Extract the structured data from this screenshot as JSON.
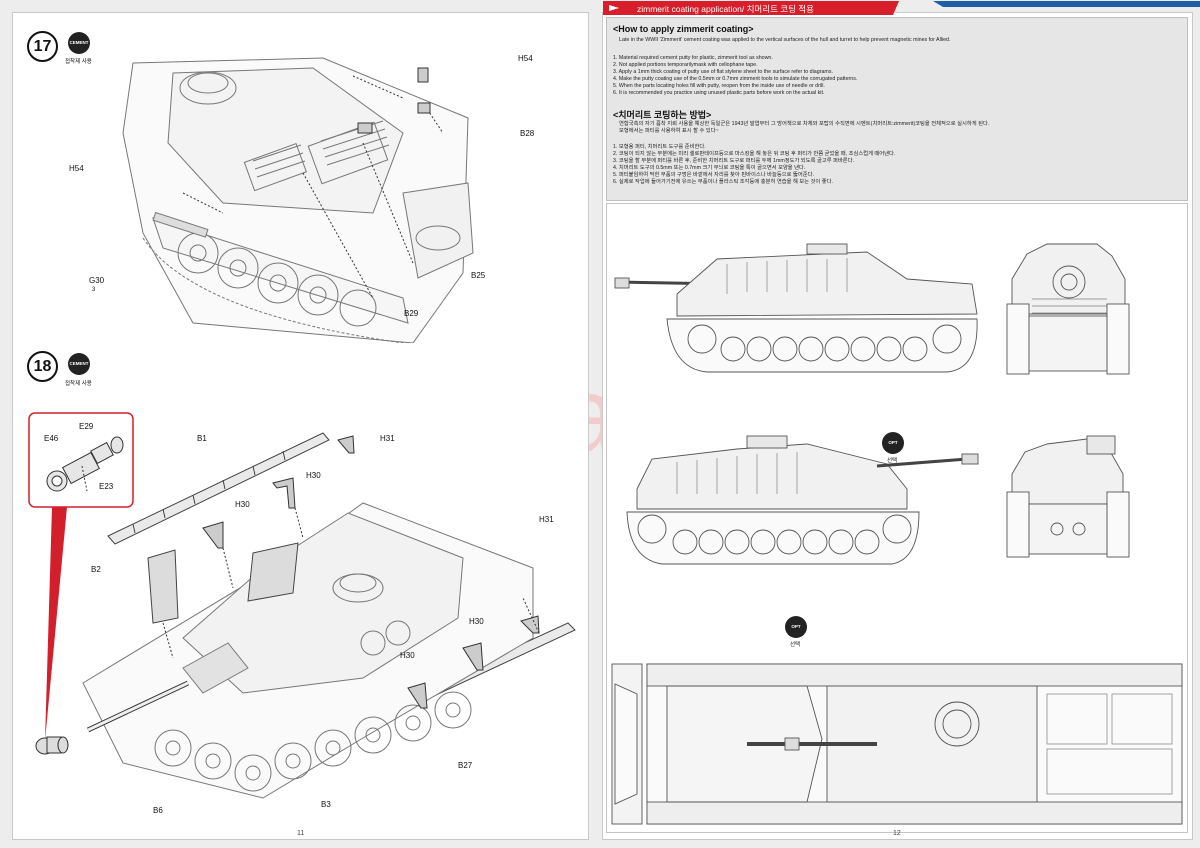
{
  "left_page": {
    "page_number": "11",
    "step17": {
      "number": "17",
      "badge": "CEMENT",
      "badge_caption": "접착제 사용",
      "parts": {
        "h54_top": "H54",
        "b28": "B28",
        "h54_left": "H54",
        "b25": "B25",
        "b29": "B29",
        "g30": "G30",
        "g30_count": "3"
      }
    },
    "step18": {
      "number": "18",
      "badge": "CEMENT",
      "badge_caption": "접착제 사용",
      "parts": {
        "e29": "E29",
        "e46": "E46",
        "e23": "E23",
        "b1": "B1",
        "h31_top": "H31",
        "h30_top": "H30",
        "h30_mid": "H30",
        "h31_right": "H31",
        "b2": "B2",
        "h30_right": "H30",
        "h30_low": "H30",
        "b27": "B27",
        "b3": "B3",
        "b6": "B6"
      }
    }
  },
  "right_page": {
    "page_number": "12",
    "header_title": "zimmerit coating application/ 치머리트 코팅 적용",
    "english": {
      "heading": "<How to apply zimmerit coating>",
      "intro": "Late in the WWII 'Zimmerit' cement coating was applied to the vertical surfaces of the hull and turret to help prevent magnetic mines for Allied.",
      "steps": [
        "1. Material required cement putty for plastic, zimmerit tool as shown.",
        "2. Not applied portions temporarilymask with cellophane tape.",
        "3. Apply a 1mm thick coating of putty use of flat stylene sheet to the surface refer to diagrams.",
        "4. Make the putty coating use of the 0.5mm or 0.7mm zimmerit tools to simulate the corrugated patterns.",
        "5. When the parts locating holes fill with putty, reopen from the inside use of needle or drill.",
        "6. It is recommended you practice using unused plastic parts before work on the actual kit."
      ]
    },
    "korean": {
      "heading": "<치머리트 코팅하는 방법>",
      "intro_1": "연합국측의 자기 흡착 지뢰 사용을 예상한 독일군은 1943년 말엽부터 그 방어책으로 차체와 포탑의 수직면에 시멘트(치머리트:zimmerit)코팅을 전체적으로 실시하게 된다.",
      "intro_2": "모형에서는 퍼티를 사용하여 표시 할 수 있다~",
      "steps": [
        "1. 모형용 퍼티, 치머리트 도구를 준비한다.",
        "2. 코팅이 되지 않는 부분에는 미리 셀로판테이프등으로 마스킹을 해 놓은 뒤 코팅 후 퍼티가 반쯤 굳었을 때, 조심스럽게 떼어낸다.",
        "3. 코팅을 할 부분에 퍼티를 바른 후, 준비한 치머리트 도구로 퍼티를 두께 1mm정도가 되도록 골고루 퍼바른다.",
        "4. 치머리트 도구의 0.5mm 또는 0.7mm 크기 무늬로 코팅을 톡이 골으면서 모양을 낸다.",
        "5. 퍼티붙임하여 막힌 부품의 구멍은 바깥에서 자리를 찾아 핀바이스나 바늘등으로 뚫어준다.",
        "6. 실제로 작업에 들어가기전에 유쓰는 부품이나 플라스틱 조각등에 충분히 연습을 해 보는 것이 좋다."
      ]
    },
    "opt_badges": [
      {
        "label": "OPT",
        "caption": "선택"
      },
      {
        "label": "OPT",
        "caption": "선택"
      }
    ]
  },
  "watermark": "modelartikl.cz",
  "colors": {
    "header_red": "#d81e2a",
    "header_blue": "#1e5fa8",
    "watermark": "#ff7878"
  }
}
